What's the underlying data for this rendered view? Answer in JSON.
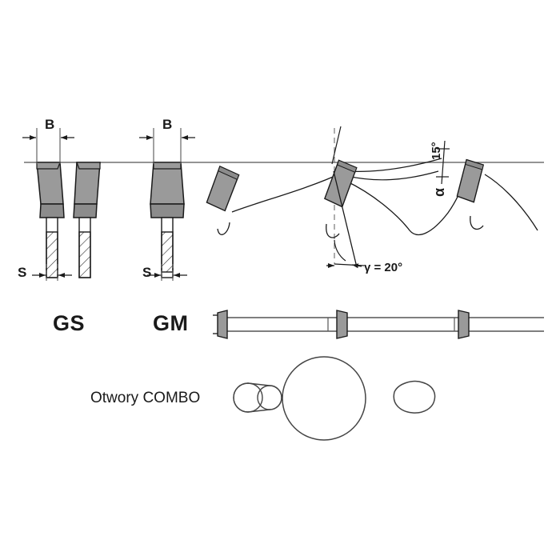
{
  "figure": {
    "title": "Circular saw blade tooth geometry",
    "background_color": "#ffffff",
    "line_color": "#1a1a1a",
    "thin_line_color": "#555555",
    "carbide_fill": "#9a9a9a",
    "carbide_fill_dark": "#8c8c8c",
    "body_fill": "#ffffff"
  },
  "dimensions": {
    "b_left": "B",
    "b_right": "B",
    "s_left": "S",
    "s_right": "S"
  },
  "angles": {
    "clearance_value": "15°",
    "clearance_symbol": "α",
    "hook_label": "γ = 20°"
  },
  "tooth_types": {
    "gs": "GS",
    "gm": "GM"
  },
  "holes": {
    "caption": "Otwory COMBO"
  },
  "chart_data": {
    "type": "diagram",
    "title": "Circular saw blade tooth geometry",
    "annotations": [
      {
        "name": "B",
        "meaning": "tooth-width-dimension",
        "count": 2
      },
      {
        "name": "S",
        "meaning": "blade-body-thickness-dimension",
        "count": 2
      },
      {
        "name": "15°",
        "meaning": "clearance-angle-value"
      },
      {
        "name": "α",
        "meaning": "clearance-angle-symbol"
      },
      {
        "name": "γ = 20°",
        "meaning": "hook-angle"
      },
      {
        "name": "GS",
        "meaning": "tooth-profile-type-left"
      },
      {
        "name": "GM",
        "meaning": "tooth-profile-type-right"
      },
      {
        "name": "Otwory COMBO",
        "meaning": "combo-mounting-holes-caption"
      }
    ]
  }
}
